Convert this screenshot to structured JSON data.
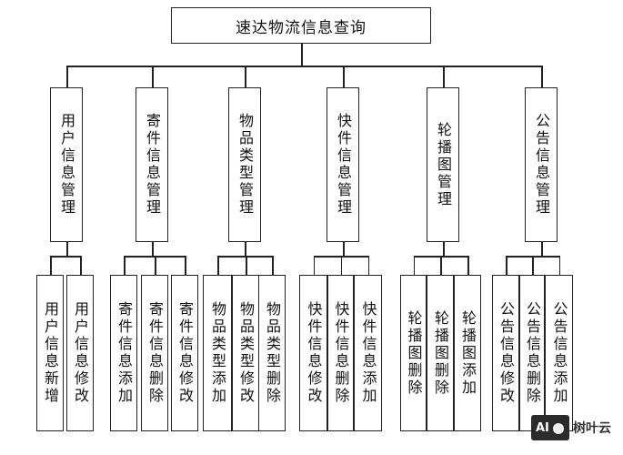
{
  "root": {
    "label": "速达物流信息查询"
  },
  "modules": [
    {
      "label": "用户信息管理",
      "children": [
        "用户信息新增",
        "用户信息修改"
      ]
    },
    {
      "label": "寄件信息管理",
      "children": [
        "寄件信息添加",
        "寄件信息删除",
        "寄件信息修改"
      ]
    },
    {
      "label": "物品类型管理",
      "children": [
        "物品类型添加",
        "物品类型修改",
        "物品类型删除"
      ]
    },
    {
      "label": "快件信息管理",
      "children": [
        "快件信息修改",
        "快件信息删除",
        "快件信息添加"
      ]
    },
    {
      "label": "轮播图管理",
      "children": [
        "轮播图删除",
        "轮播图删除",
        "轮播图添加"
      ]
    },
    {
      "label": "公告信息管理",
      "children": [
        "公告信息修改",
        "公告信息删除",
        "公告信息添加"
      ]
    }
  ],
  "watermark": {
    "logo": "AI",
    "text": "树叶云"
  }
}
